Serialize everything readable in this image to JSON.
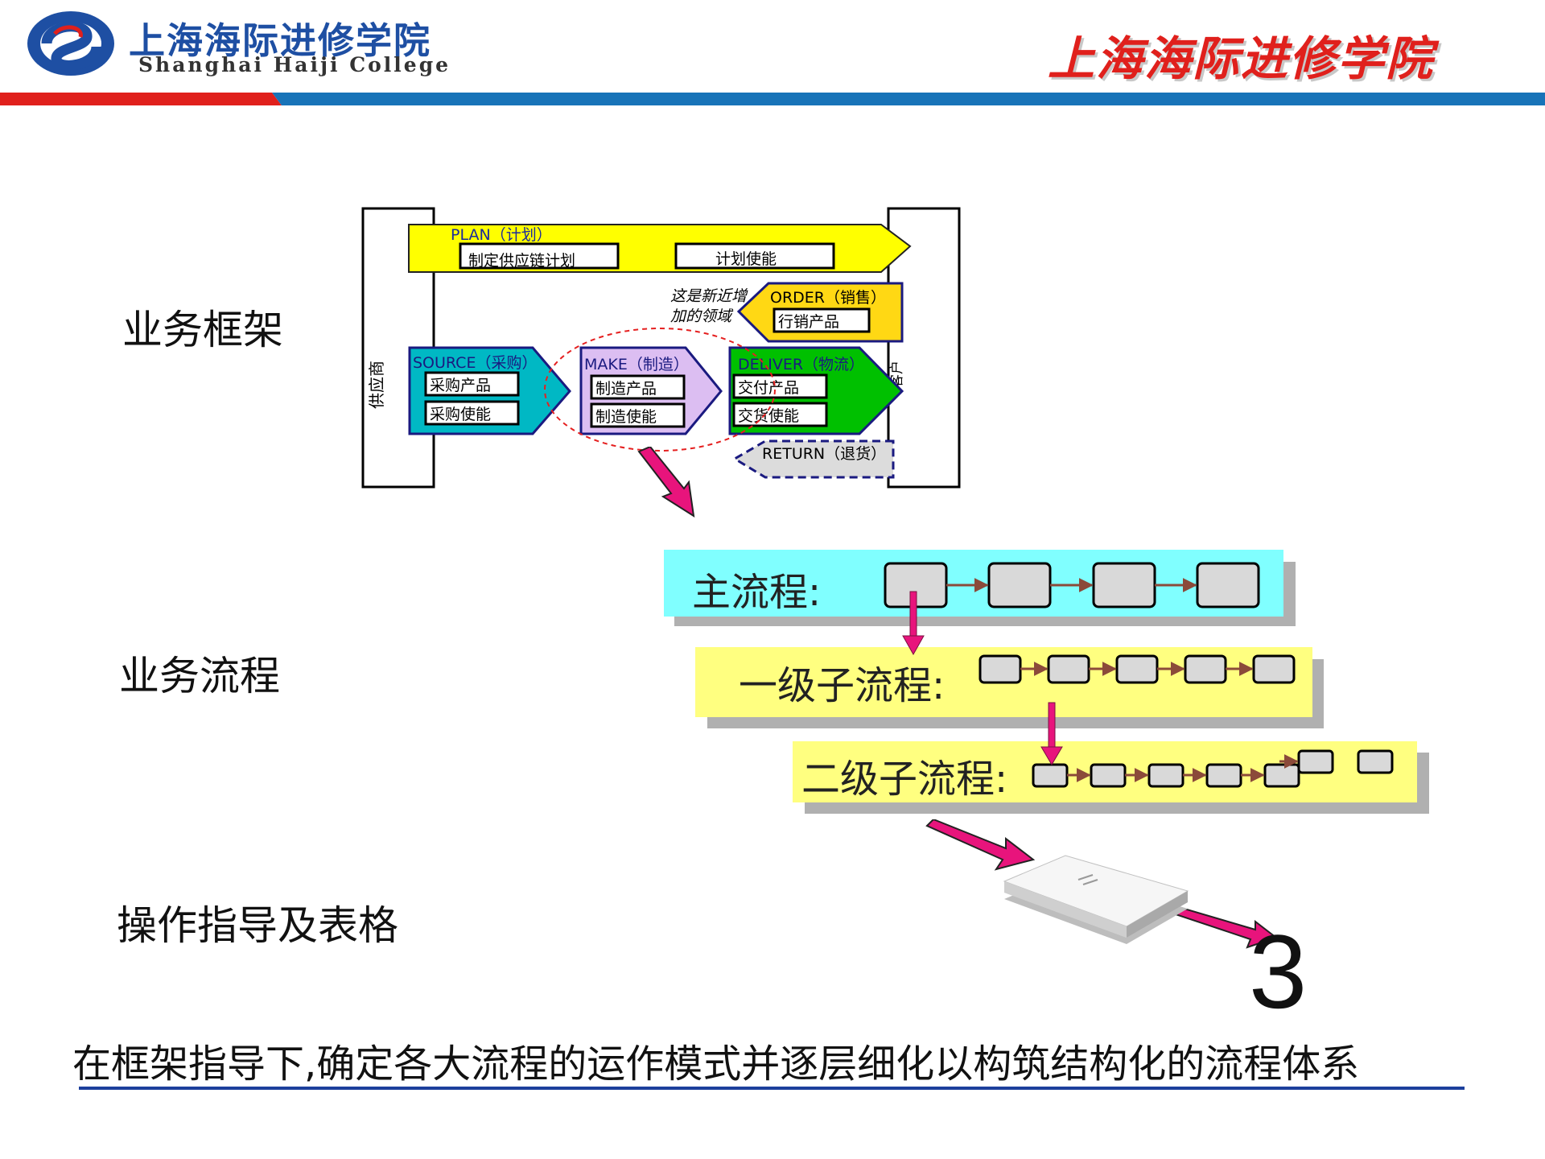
{
  "header": {
    "logo_cn": "上海海际进修学院",
    "logo_en": "Shanghai Haiji College",
    "title_right": "上海海际进修学院",
    "colors": {
      "red": "#e0201c",
      "blue": "#1873b8",
      "navy": "#1c3f9c"
    }
  },
  "left_labels": {
    "framework": "业务框架",
    "process": "业务流程",
    "guide": "操作指导及表格"
  },
  "framework": {
    "supplier": "供应商",
    "customer": "客户",
    "plan": {
      "title": "PLAN（计划）",
      "box1": "制定供应链计划",
      "box2": "计划使能"
    },
    "note": {
      "line1": "这是新近增",
      "line2": "加的领域"
    },
    "order": {
      "title": "ORDER（销售）",
      "box": "行销产品"
    },
    "source": {
      "title": "SOURCE（采购）",
      "box1": "采购产品",
      "box2": "采购使能"
    },
    "make": {
      "title": "MAKE（制造）",
      "box1": "制造产品",
      "box2": "制造使能"
    },
    "deliver": {
      "title": "DELIVER（物流）",
      "box1": "交付产品",
      "box2": "交货使能"
    },
    "return": {
      "title": "RETURN（退货）"
    }
  },
  "process": {
    "main": "主流程:",
    "level1": "一级子流程:",
    "level2": "二级子流程:"
  },
  "big_number": "3",
  "footer": "在框架指导下,确定各大流程的运作模式并逐层细化以构筑结构化的流程体系"
}
